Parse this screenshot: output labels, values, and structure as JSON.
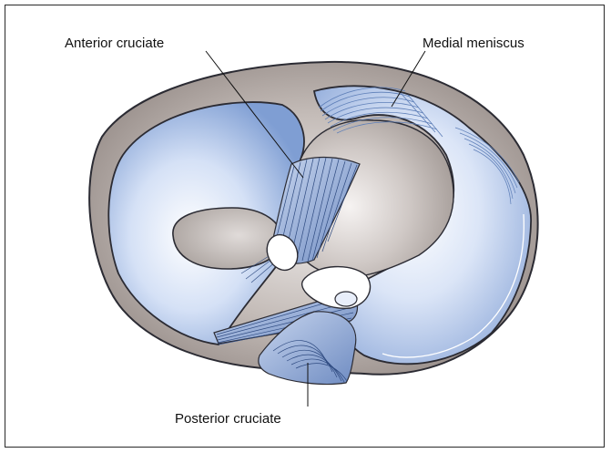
{
  "labels": {
    "anterior_cruciate": "Anterior cruciate",
    "medial_meniscus": "Medial meniscus",
    "posterior_cruciate": "Posterior cruciate"
  },
  "colors": {
    "plateau": "#a39a95",
    "meniscus_light": "#e6eefb",
    "meniscus_dark": "#8aa6d6",
    "outline": "#2b2b33",
    "ligament": "#7e98c9"
  }
}
